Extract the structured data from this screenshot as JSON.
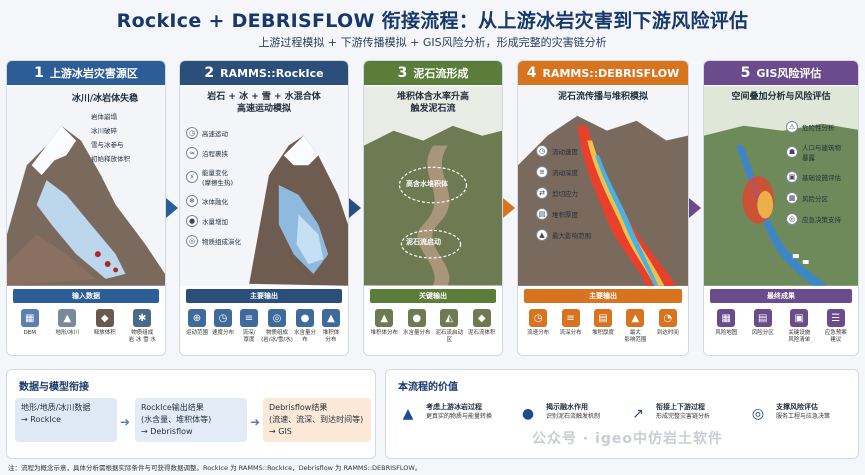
{
  "title": "RockIce + DEBRISFLOW 衔接流程：从上游冰岩灾害到下游风险评估",
  "subtitle": "上游过程模拟 + 下游传播模拟 + GIS风险分析，形成完整的灾害链分析",
  "colors": {
    "p1": "#2d5d96",
    "p2": "#2b4f7a",
    "p3": "#5a7d3a",
    "p4": "#d8731f",
    "p5": "#6a4c8c"
  },
  "panels": [
    {
      "num": "1",
      "head": "上游冰岩灾害源区",
      "sub": "冰川/冰岩体失稳",
      "features": [
        "岩体崩塌",
        "冰川破碎",
        "雪与冰参与",
        "初始释放体积"
      ],
      "box_label": "输入数据",
      "icons": [
        {
          "label": "DEM",
          "icon": "dem-icon"
        },
        {
          "label": "地形/冰川",
          "icon": "terrain-icon"
        },
        {
          "label": "释放体积",
          "icon": "volume-icon"
        },
        {
          "label": "物质组成\n岩 冰 雪 水",
          "icon": "material-icon"
        }
      ]
    },
    {
      "num": "2",
      "head": "RAMMS::RockIce",
      "sub": "岩石 + 冰 + 雪 + 水混合体\n高速运动模拟",
      "features": [
        "高速运动",
        "沿程裹挟",
        "能量变化\n(摩擦生热)",
        "冰体融化",
        "水量增加",
        "物质组成演化"
      ],
      "box_label": "主要输出",
      "icons": [
        {
          "label": "运动范围",
          "icon": "range-icon"
        },
        {
          "label": "速度分布",
          "icon": "speed-icon"
        },
        {
          "label": "流深/\n厚度",
          "icon": "depth-icon"
        },
        {
          "label": "物质组成\n(岩/冰/雪/水)",
          "icon": "composition-icon"
        },
        {
          "label": "水含量分布",
          "icon": "water-icon"
        },
        {
          "label": "堆积体\n分布",
          "icon": "deposit-icon"
        }
      ]
    },
    {
      "num": "3",
      "head": "泥石流形成",
      "sub": "堆积体含水率升高\n触发泥石流",
      "scene_labels": [
        "高含水堆积体",
        "泥石流启动"
      ],
      "box_label": "关键输出",
      "icons": [
        {
          "label": "堆积体分布",
          "icon": "deposit-map-icon"
        },
        {
          "label": "水含量分布",
          "icon": "water-content-icon"
        },
        {
          "label": "泥石流启动区",
          "icon": "initiation-icon"
        },
        {
          "label": "泥石流体积",
          "icon": "flow-volume-icon"
        }
      ]
    },
    {
      "num": "4",
      "head": "RAMMS::DEBRISFLOW",
      "sub": "泥石流传播与堆积模拟",
      "features": [
        "流动速度",
        "流动深度",
        "剪切应力",
        "堆积厚度",
        "最大影响范围"
      ],
      "box_label": "主要输出",
      "icons": [
        {
          "label": "流速分布",
          "icon": "velocity-icon"
        },
        {
          "label": "流深分布",
          "icon": "flow-depth-icon"
        },
        {
          "label": "堆积厚度",
          "icon": "thickness-icon"
        },
        {
          "label": "最大\n影响范围",
          "icon": "extent-icon"
        },
        {
          "label": "到达时间",
          "icon": "time-icon"
        }
      ]
    },
    {
      "num": "5",
      "head": "GIS风险评估",
      "sub": "空间叠加分析与风险评估",
      "features": [
        "危险性分析",
        "人口与建筑物\n暴露",
        "基础设施评估",
        "风险分区",
        "应急决策支持"
      ],
      "box_label": "最终成果",
      "icons": [
        {
          "label": "风险地图",
          "icon": "risk-map-icon"
        },
        {
          "label": "风险分区",
          "icon": "zoning-icon"
        },
        {
          "label": "关键设施\n风险清单",
          "icon": "facility-icon"
        },
        {
          "label": "应急预案\n建议",
          "icon": "plan-icon"
        }
      ]
    }
  ],
  "data_section": {
    "title": "数据与模型衔接",
    "boxes": [
      "地形/地质/冰川数据\n→ RockIce",
      "RockIce输出结果\n(水含量、堆积体等)\n→ Debrisflow",
      "Debrisflow结果\n(流速、流深、到达时间等)\n→ GIS"
    ]
  },
  "value_section": {
    "title": "本流程的价值",
    "items": [
      {
        "title": "考虑上游冰岩过程",
        "desc": "更真实的物质与能量转换",
        "icon": "mountain-icon"
      },
      {
        "title": "揭示融水作用",
        "desc": "识别泥石流触发机制",
        "icon": "drop-icon"
      },
      {
        "title": "衔接上下游过程",
        "desc": "形成完整灾害链分析",
        "icon": "trend-icon"
      },
      {
        "title": "支撑风险评估",
        "desc": "服务工程与应急决策",
        "icon": "target-icon"
      }
    ]
  },
  "footnote": "注：流程为概念示意，具体分析需根据实际条件与可获得数据调整。RockIce 为 RAMMS::RockIce，Debrisflow 为 RAMMS::DEBRISFLOW。",
  "watermark": "公众号 · igeo中仿岩土软件"
}
